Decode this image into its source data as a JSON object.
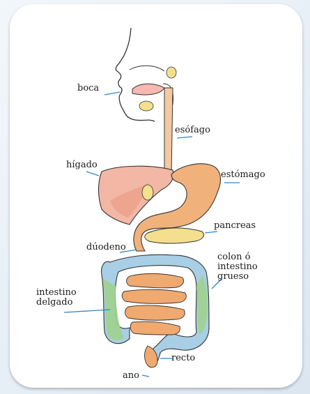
{
  "labels": {
    "mouth": "boca",
    "esophagus": "esófago",
    "liver": "hígado",
    "stomach": "estómago",
    "pancreas": "pancreas",
    "duodenum": "dúodeno",
    "colon": "colon ó\nintestino\ngrueso",
    "small_intestine": "intestino\ndelgado",
    "rectum": "recto",
    "anus": "ano"
  },
  "colors": {
    "leader": "#2f86c6",
    "esophagus": "#f4c9a2",
    "liver": "#f2b7a5",
    "stomach": "#f0b27a",
    "pancreas": "#f3df8e",
    "small_intestine": "#f0a96f",
    "colon_left": "#9fd18f",
    "colon_top": "#a9cfe6"
  }
}
